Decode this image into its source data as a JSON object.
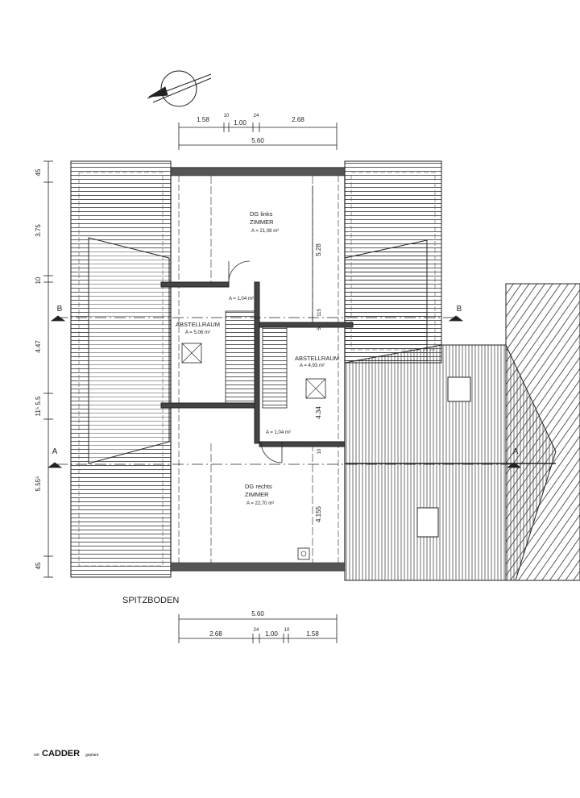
{
  "drawing_title": "SPITZBODEN",
  "dims_top": {
    "segments": [
      "1.58",
      "10",
      "1.00",
      "24",
      "2.68"
    ],
    "total": "5.60"
  },
  "dims_bottom": {
    "total": "5.60",
    "segments": [
      "2.68",
      "24",
      "1.00",
      "10",
      "1.58"
    ]
  },
  "dims_left": [
    "45",
    "3.75",
    "10",
    "4.47",
    "11⁵ 5.5",
    "5.55⁵",
    "45"
  ],
  "section_marks": {
    "a": "A",
    "b": "B"
  },
  "rooms": {
    "dg_links": {
      "name": "DG links",
      "type": "ZIMMER",
      "area": "A = 21,08 m²"
    },
    "abstell_left": {
      "name": "ABSTELLRAUM",
      "area": "A = 5,06 m²"
    },
    "abstell_right": {
      "name": "ABSTELLRAUM",
      "area": "A = 4,93 m²"
    },
    "dg_rechts": {
      "name": "DG rechts",
      "type": "ZIMMER",
      "area": "A = 22,70 m²"
    },
    "flur_top": {
      "area": "A = 1,04 m²"
    },
    "flur_bottom": {
      "area": "A = 1,04 m²"
    }
  },
  "inner_dims": [
    "5.28",
    "5",
    "115",
    "4.34",
    "10",
    "4.155"
  ],
  "footer": {
    "prefix": "mit",
    "brand": "CADDER",
    "suffix": "geplant"
  }
}
